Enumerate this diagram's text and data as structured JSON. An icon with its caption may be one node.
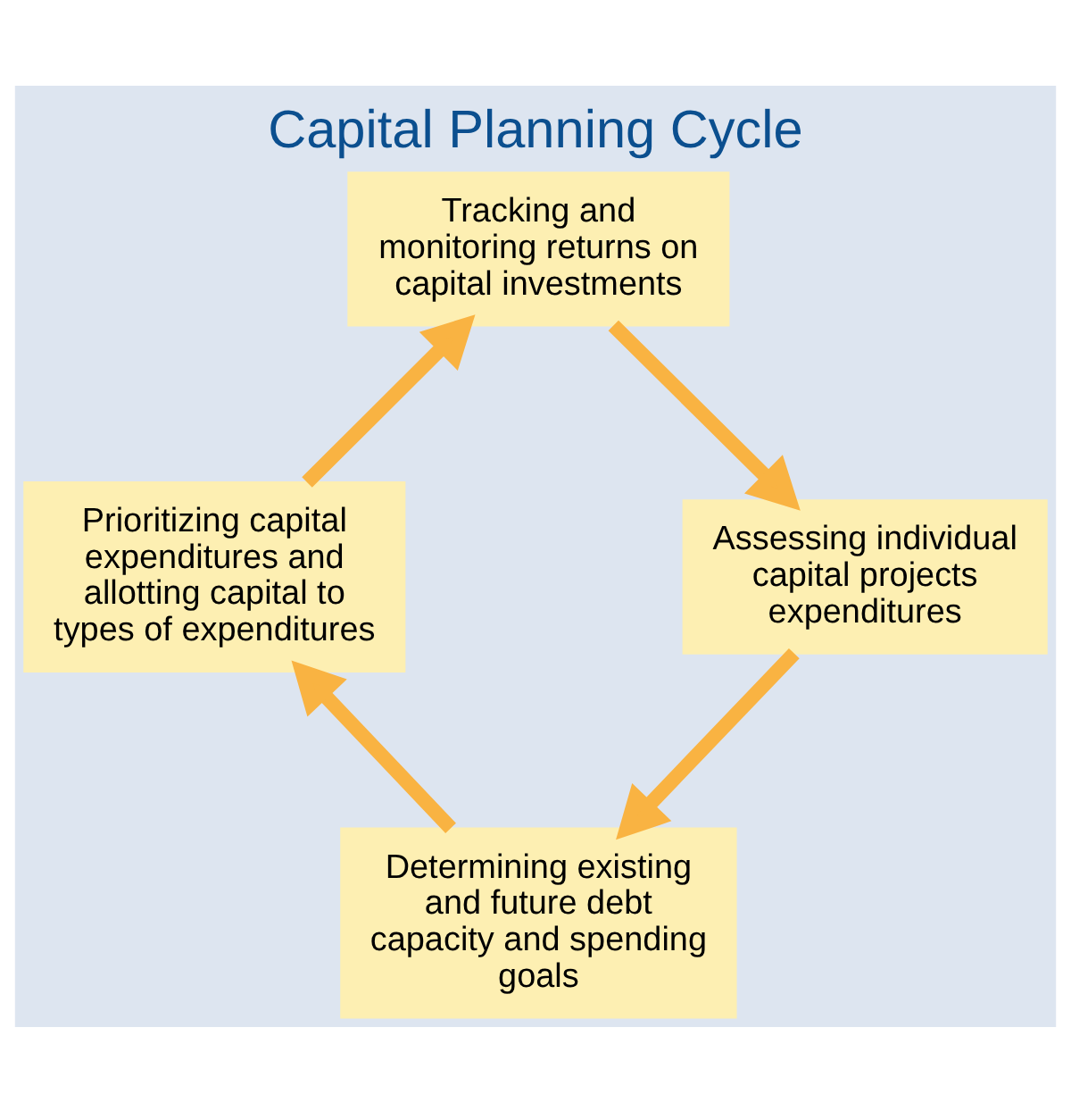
{
  "diagram": {
    "title": "Capital Planning Cycle",
    "nodes": [
      {
        "text": [
          "Tracking and monitoring returns on capital investments"
        ]
      },
      {
        "text": [
          "Prioritizing capital expenditures and allotting capital to types of expenditures"
        ]
      },
      {
        "text": [
          "Determining existing and future debt capacity and spending goals"
        ]
      },
      {
        "text": [
          "Assessing individual capital projects expenditures"
        ]
      }
    ],
    "edges": [
      {
        "from": 0,
        "to": 3,
        "arrow": "to"
      },
      {
        "from": 3,
        "to": 2,
        "arrow": "to"
      },
      {
        "from": 2,
        "to": 1,
        "arrow": "to"
      },
      {
        "from": 1,
        "to": 0,
        "arrow": "to"
      }
    ]
  }
}
